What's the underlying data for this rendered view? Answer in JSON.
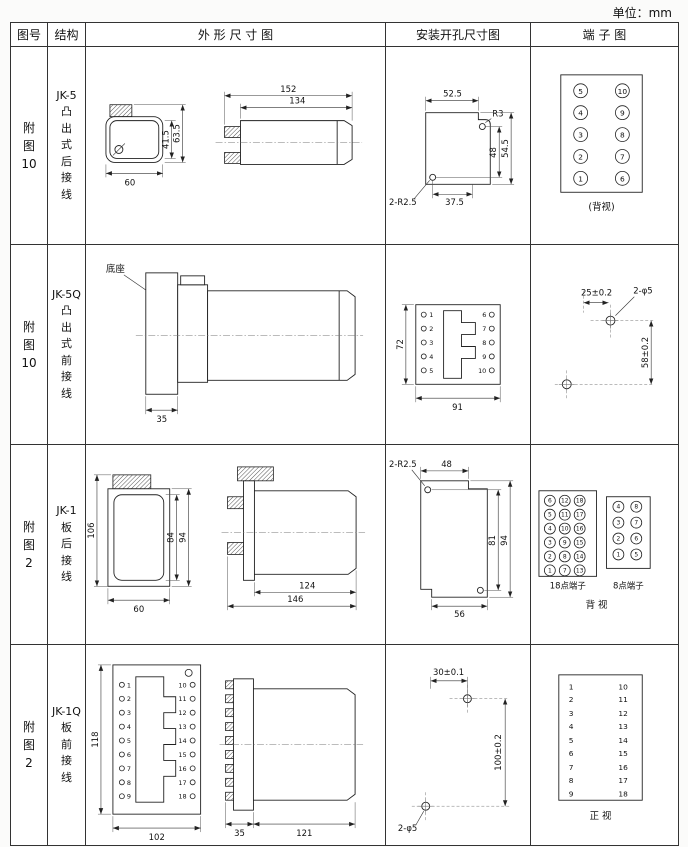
{
  "unit_label": "单位：mm",
  "headers": {
    "fig": "图号",
    "structure": "结构",
    "outline": "外 形 尺 寸 图",
    "mounting": "安装开孔尺寸图",
    "terminal": "端 子 图"
  },
  "rows": [
    {
      "fig": "附\n图\n10",
      "structure": "JK-5\n凸\n出\n式\n后\n接\n线",
      "outline": {
        "w_total": "152",
        "w_body": "134",
        "h_inner": "41.5",
        "h_outer": "63.5",
        "w_front": "60"
      },
      "mounting": {
        "w_top": "52.5",
        "r_corner": "R3",
        "h_holes": "48",
        "h_outer": "54.5",
        "holes": "2-R2.5",
        "w_bottom": "37.5"
      },
      "terminal": {
        "left": [
          "5",
          "4",
          "3",
          "2",
          "1"
        ],
        "right": [
          "10",
          "9",
          "8",
          "7",
          "6"
        ],
        "caption": "(背视)"
      }
    },
    {
      "fig": "附\n图\n10",
      "structure": "JK-5Q\n凸\n出\n式\n前\n接\n线",
      "outline": {
        "base_label": "底座",
        "w_base": "35"
      },
      "mounting": {
        "h_left": "72",
        "w_bottom": "91",
        "left_terms": [
          "1",
          "2",
          "3",
          "4",
          "5"
        ],
        "right_terms": [
          "6",
          "7",
          "8",
          "9",
          "10"
        ]
      },
      "terminal": {
        "d_top": "25±0.2",
        "holes": "2-φ5",
        "d_right": "58±0.2"
      }
    },
    {
      "fig": "附\n图\n2",
      "structure": "JK-1\n板\n后\n接\n线",
      "outline": {
        "h_total": "106",
        "h_inner": "84",
        "h_outer": "94",
        "w_front": "60",
        "w_body": "124",
        "w_total": "146"
      },
      "mounting": {
        "holes": "2-R2.5",
        "w_top": "48",
        "h_holes": "81",
        "h_outer": "94",
        "w_bottom": "56"
      },
      "terminal": {
        "grid18": [
          "6",
          "12",
          "18",
          "5",
          "11",
          "17",
          "4",
          "10",
          "16",
          "3",
          "9",
          "15",
          "2",
          "8",
          "14",
          "1",
          "7",
          "13"
        ],
        "grid8": [
          "4",
          "8",
          "3",
          "7",
          "2",
          "6",
          "1",
          "5"
        ],
        "label18": "18点端子",
        "label8": "8点端子",
        "caption": "背 视"
      }
    },
    {
      "fig": "附\n图\n2",
      "structure": "JK-1Q\n板\n前\n接\n线",
      "outline": {
        "h_front": "118",
        "w_front": "102",
        "w_block": "35",
        "w_body": "121",
        "left_terms": [
          "1",
          "2",
          "3",
          "4",
          "5",
          "6",
          "7",
          "8",
          "9"
        ],
        "right_terms": [
          "10",
          "11",
          "12",
          "13",
          "14",
          "15",
          "16",
          "17",
          "18"
        ]
      },
      "mounting": {
        "d_top": "30±0.1",
        "d_right": "100±0.2",
        "holes": "2-φ5"
      },
      "terminal": {
        "left": [
          "1",
          "2",
          "3",
          "4",
          "5",
          "6",
          "7",
          "8",
          "9"
        ],
        "right": [
          "10",
          "11",
          "12",
          "13",
          "14",
          "15",
          "16",
          "17",
          "18"
        ],
        "caption": "正 视"
      }
    }
  ]
}
